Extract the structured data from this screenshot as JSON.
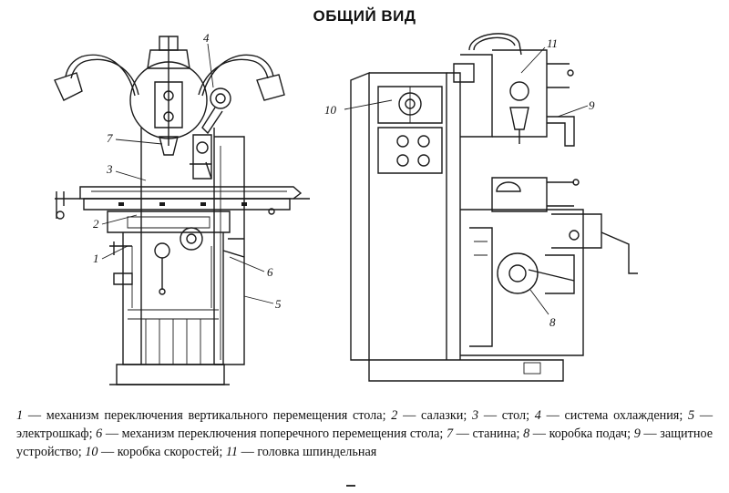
{
  "title": "ОБЩИЙ ВИД",
  "callouts": {
    "left": {
      "c1": "1",
      "c2": "2",
      "c3": "3",
      "c4": "4",
      "c5": "5",
      "c6": "6",
      "c7": "7"
    },
    "right": {
      "c8": "8",
      "c9": "9",
      "c10": "10",
      "c11": "11"
    }
  },
  "legend": [
    {
      "num": "1",
      "text": " — механизм переключения вертикального перемещения стола;  "
    },
    {
      "num": "2",
      "text": " — салазки;  "
    },
    {
      "num": "3",
      "text": " — стол; "
    },
    {
      "num": "4",
      "text": " — система охлаждения; "
    },
    {
      "num": "5",
      "text": " — электрошкаф; "
    },
    {
      "num": "6",
      "text": " — механизм переключения поперечного перемещения стола; "
    },
    {
      "num": "7",
      "text": " — станина; "
    },
    {
      "num": "8",
      "text": " — коробка подач; "
    },
    {
      "num": "9",
      "text": " — защитное устройство; "
    },
    {
      "num": "10",
      "text": " — коробка скоростей; "
    },
    {
      "num": "11",
      "text": " — головка шпиндельная"
    }
  ]
}
